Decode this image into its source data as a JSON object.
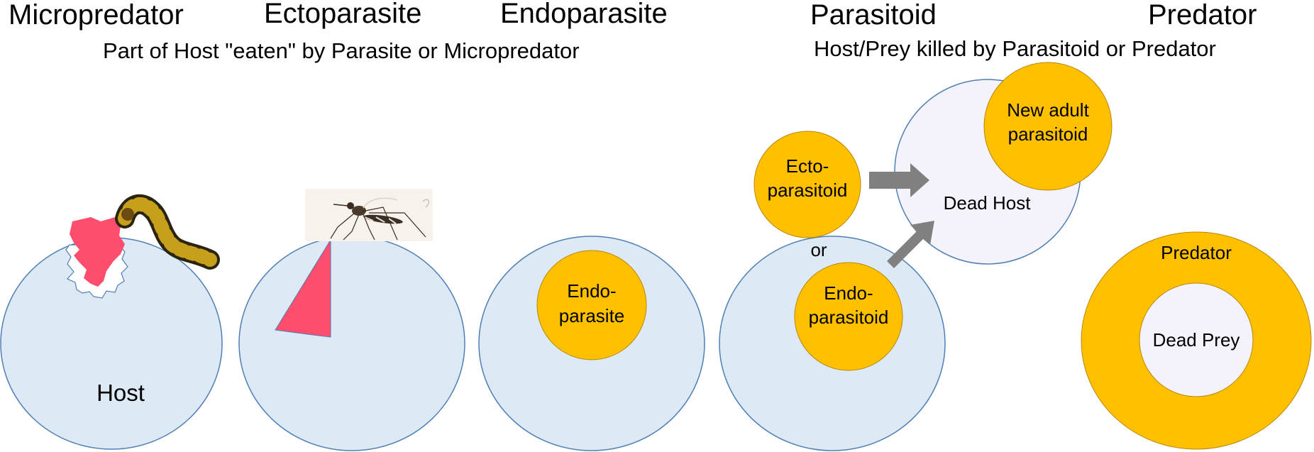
{
  "headings": {
    "micropredator": "Micropredator",
    "ectoparasite": "Ectoparasite",
    "endoparasite": "Endoparasite",
    "parasitoid": "Parasitoid",
    "predator": "Predator"
  },
  "subtitles": {
    "eaten": "Part of Host \"eaten\" by Parasite or Micropredator",
    "killed": "Host/Prey killed by Parasitoid or Predator"
  },
  "labels": {
    "host": "Host",
    "endo_parasite_line1": "Endo-",
    "endo_parasite_line2": "parasite",
    "ecto_parasitoid_line1": "Ecto-",
    "ecto_parasitoid_line2": "parasitoid",
    "or": "or",
    "endo_parasitoid_line1": "Endo-",
    "endo_parasitoid_line2": "parasitoid",
    "new_adult_line1": "New adult",
    "new_adult_line2": "parasitoid",
    "dead_host": "Dead Host",
    "predator": "Predator",
    "dead_prey": "Dead Prey"
  },
  "colors": {
    "host_fill": "#dde9f5",
    "host_stroke": "#4f7fb5",
    "parasite_fill": "#ffc000",
    "parasite_stroke": "#b8860b",
    "dead_fill": "#f4f2fb",
    "wound_fill": "#ff4d6d",
    "arrow_fill": "#808080"
  },
  "icons": {
    "caterpillar": "caterpillar-icon",
    "mosquito": "mosquito-icon"
  }
}
